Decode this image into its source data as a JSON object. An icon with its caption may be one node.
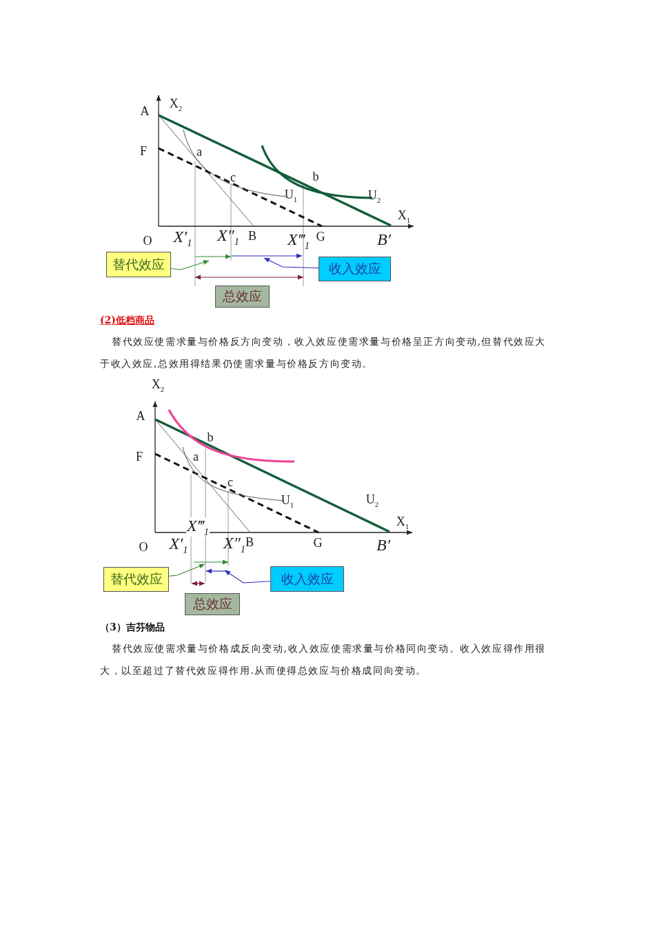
{
  "diagram": {
    "nodes": [
      {
        "text": [
          "替代效应"
        ]
      },
      {
        "text": [
          "收入效应"
        ]
      },
      {
        "text": [
          "总效应"
        ]
      },
      {
        "text": [
          "替代效应"
        ]
      },
      {
        "text": [
          "收入效应"
        ]
      },
      {
        "text": [
          "总效应"
        ]
      }
    ],
    "edges": [
      {
        "from": 0,
        "to": null,
        "arrow": "to",
        "color": "#2e8b2e"
      },
      {
        "from": 1,
        "to": null,
        "arrow": "to",
        "color": "#2a2ac0"
      },
      {
        "from": 3,
        "to": null,
        "arrow": "to",
        "color": "#2e8b2e"
      },
      {
        "from": 4,
        "to": null,
        "arrow": "to",
        "color": "#2a2ac0"
      }
    ],
    "labels": [
      "A",
      "X$_{2}$",
      "F",
      "a",
      "c",
      "b",
      "U$_{1}$",
      "U$_{2}$",
      "X$_{1}$",
      "O",
      "X′$_{1}$",
      "X″$_{1}$",
      "B",
      "X‴$_{1}$",
      "G",
      "B′",
      "(2)低档商品",
      "替代效应使需求量与价格反方向变动，收入效应使需求量与价格呈正方向变动,但替代效应大于收入效应,总效用得结果仍使需求量与价格反方向变动。",
      "X$_{2}$",
      "A",
      "b",
      "F",
      "a",
      "c",
      "U$_{1}$",
      "U$_{2}$",
      "X‴$_{1}$",
      "X$_{1}$",
      "O",
      "X′$_{1}$",
      "X″$_{1}$",
      "B",
      "G",
      "B′",
      "（3）吉芬物品",
      "替代效应使需求量与价格成反向变动,收入效应使需求量与价格同向变动。收入效应得作用很大，以至超过了替代效应得作用.从而使得总效应与价格成同向变动。"
    ]
  }
}
